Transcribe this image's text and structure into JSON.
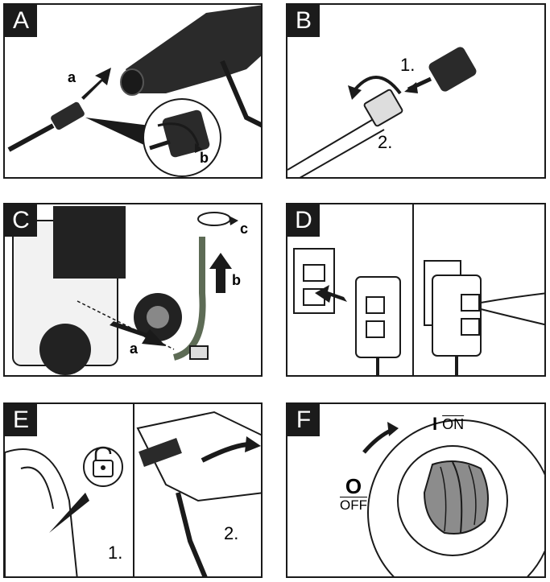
{
  "panels": {
    "A": {
      "letter": "A",
      "labels": {
        "a": "a",
        "b": "b"
      }
    },
    "B": {
      "letter": "B",
      "labels": {
        "step1": "1.",
        "step2": "2."
      }
    },
    "C": {
      "letter": "C",
      "labels": {
        "a": "a",
        "b": "b",
        "c": "c"
      }
    },
    "D": {
      "letter": "D"
    },
    "E": {
      "letter": "E",
      "labels": {
        "step1": "1.",
        "step2": "2."
      }
    },
    "F": {
      "letter": "F",
      "switch": {
        "on_symbol": "I",
        "on_text": "ON",
        "off_symbol": "O",
        "off_text": "OFF"
      }
    }
  },
  "colors": {
    "ink": "#1a1a1a",
    "tag_bg": "#1b1b1b",
    "hose_green": "#5d6b55",
    "knob_gray": "#8c8c8c"
  },
  "icons": [
    "arrow-icon",
    "lock-icon",
    "rotate-arrow-icon"
  ]
}
